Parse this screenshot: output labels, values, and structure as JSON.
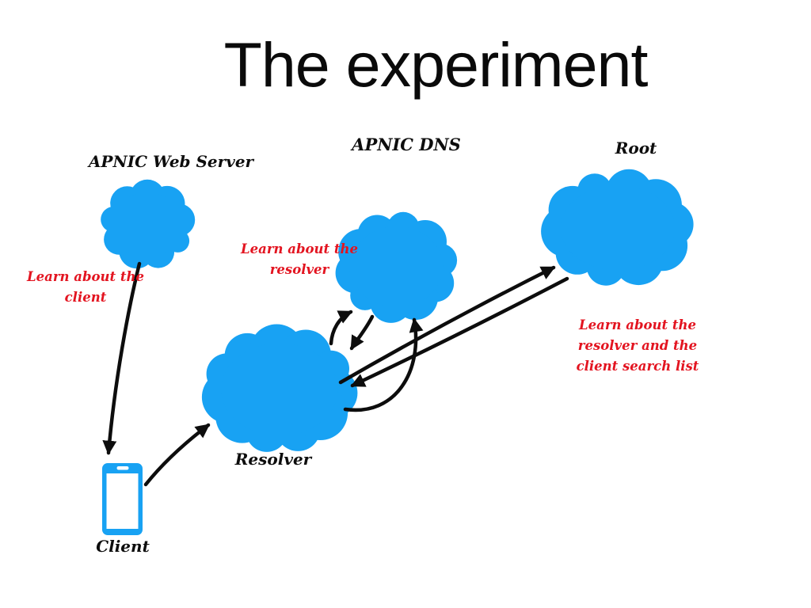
{
  "slide": {
    "title": "The experiment"
  },
  "colors": {
    "cloud_blue": "#18a2f3",
    "annotation_red": "#e31420",
    "ink_black": "#0d0d0d",
    "background": "#ffffff"
  },
  "nodes": {
    "web_server": {
      "label": "APNIC Web Server",
      "type": "cloud"
    },
    "apnic_dns": {
      "label": "APNIC DNS",
      "type": "cloud"
    },
    "root": {
      "label": "Root",
      "type": "cloud"
    },
    "resolver": {
      "label": "Resolver",
      "type": "cloud"
    },
    "client": {
      "label": "Client",
      "type": "smartphone"
    }
  },
  "annotations": {
    "client": {
      "lines": [
        "Learn about the",
        "client"
      ]
    },
    "resolver": {
      "lines": [
        "Learn about the",
        "resolver"
      ]
    },
    "root": {
      "lines": [
        "Learn about the",
        "resolver and the",
        "client search list"
      ]
    }
  },
  "connections": [
    {
      "from": "web_server",
      "to": "client"
    },
    {
      "from": "client",
      "to": "resolver"
    },
    {
      "from": "resolver",
      "to": "apnic_dns"
    },
    {
      "from": "apnic_dns",
      "to": "resolver"
    },
    {
      "from": "resolver",
      "to": "apnic_dns"
    },
    {
      "from": "resolver",
      "to": "root"
    },
    {
      "from": "root",
      "to": "resolver"
    }
  ]
}
